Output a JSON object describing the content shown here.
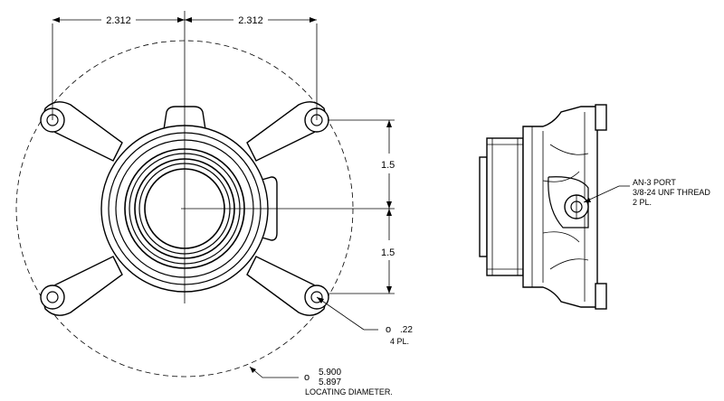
{
  "dimensions": {
    "left_half_width": "2.312",
    "right_half_width": "2.312",
    "upper_vertical": "1.5",
    "lower_vertical": "1.5"
  },
  "callouts": {
    "hole_symbol": "o",
    "hole_diameter": ".22",
    "hole_count": "4 PL.",
    "locating_symbol": "o",
    "locating_upper": "5.900",
    "locating_lower": "5.897",
    "locating_label": "LOCATING DIAMETER.",
    "port_line1": "AN-3 PORT",
    "port_line2": "3/8-24 UNF THREAD",
    "port_line3": "2 PL."
  }
}
